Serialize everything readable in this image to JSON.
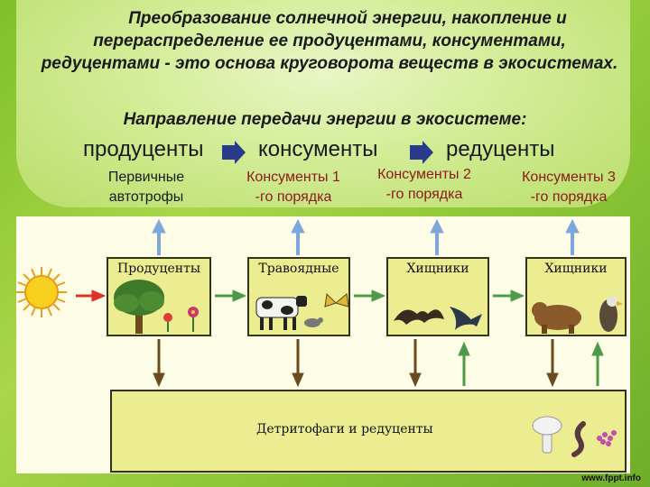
{
  "header": {
    "title": "Преобразование солнечной энергии, накопление и перераспределение ее продуцентами, консументами, редуцентами - это основа круговорота веществ в экосистемах.",
    "subtitle": "Направление передачи энергии в экосистеме:"
  },
  "chain": {
    "producers": "продуценты",
    "consumers": "консументы",
    "decomposers": "редуценты"
  },
  "levels": [
    {
      "line1": "Первичные",
      "line2": "автотрофы"
    },
    {
      "line1": "Консументы 1",
      "line2": "-го порядка"
    },
    {
      "line1": "Консументы 2",
      "line2": "-го порядка"
    },
    {
      "line1": "Консументы 3",
      "line2": "-го порядка"
    }
  ],
  "boxes": [
    {
      "label": "Продуценты"
    },
    {
      "label": "Травоядные"
    },
    {
      "label": "Хищники"
    },
    {
      "label": "Хищники"
    }
  ],
  "bottom": {
    "label": "Детритофаги и редуценты"
  },
  "footer": {
    "text": "www.fppt.info"
  },
  "colors": {
    "arrow_up": "#7fa7d9",
    "arrow_down": "#6b4a1e",
    "arrow_green": "#4f9a4a",
    "arrow_sun": "#e0302a",
    "chain_arrow": "#2a3a8a"
  }
}
